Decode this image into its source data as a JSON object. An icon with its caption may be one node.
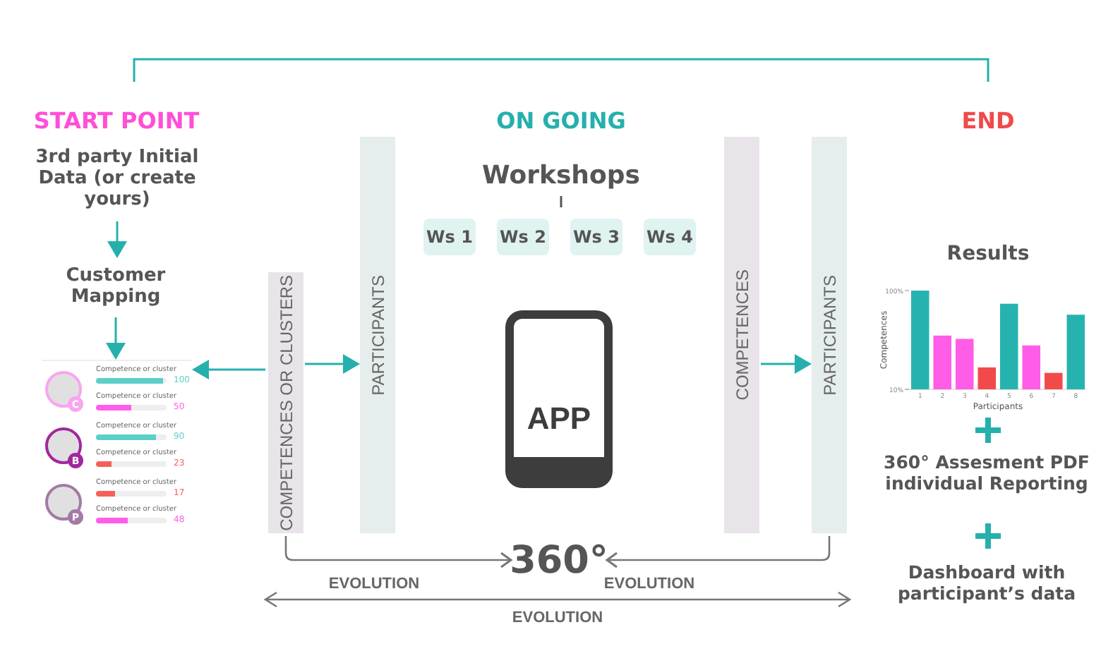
{
  "diagram": {
    "nodes": [
      {
        "text": [
          "3rd party Initial Data (or create yours)"
        ]
      },
      {
        "text": [
          "Customer Mapping"
        ]
      },
      {
        "text": [
          "C",
          "Competence or cluster",
          "100",
          "Competence or cluster",
          "50",
          "B",
          "Competence or cluster",
          "90",
          "Competence or cluster",
          "23",
          "P",
          "Competence or cluster",
          "17",
          "Competence or cluster",
          "48"
        ]
      },
      {
        "text": [
          "COMPETENCES OR CLUSTERS"
        ]
      },
      {
        "text": [
          "PARTICIPANTS"
        ]
      },
      {
        "text": [
          "Workshops"
        ]
      },
      {
        "text": [
          "Ws 1"
        ]
      },
      {
        "text": [
          "Ws 2"
        ]
      },
      {
        "text": [
          "Ws 3"
        ]
      },
      {
        "text": [
          "Ws 4"
        ]
      },
      {
        "text": [
          "APP"
        ]
      },
      {
        "text": [
          "COMPETENCES"
        ]
      },
      {
        "text": [
          "PARTICIPANTS"
        ]
      },
      {
        "text": [
          "360°"
        ]
      }
    ],
    "edges": [
      {
        "from": 0,
        "to": 1,
        "arrow": "to"
      },
      {
        "from": 1,
        "to": 2,
        "arrow": "to"
      },
      {
        "from": 3,
        "to": 2,
        "arrow": "to"
      },
      {
        "from": 3,
        "to": 4,
        "arrow": "to"
      },
      {
        "from": 5,
        "to": null,
        "arrow": "none",
        "color": "#555555"
      },
      {
        "from": 11,
        "to": 12,
        "arrow": "to"
      },
      {
        "from": 3,
        "to": 13,
        "arrow": "to",
        "label": "EVOLUTION",
        "color": "#777777"
      },
      {
        "from": 12,
        "to": 13,
        "arrow": "to",
        "label": "EVOLUTION",
        "color": "#777777"
      }
    ],
    "labels": [
      "START POINT",
      "ON GOING",
      "END",
      "Results",
      "360° Assesment PDF individual Reporting",
      "Dashboard with participant’s data",
      "EVOLUTION"
    ],
    "chart_data": {
      "type": "bar",
      "xlabel": "Participants",
      "ylabel": "Competences",
      "categories": [
        "1",
        "2",
        "3",
        "4",
        "5",
        "6",
        "7",
        "8"
      ],
      "stacked": true,
      "ylim": [
        10,
        100
      ],
      "yticks": [
        {
          "value": 10,
          "label": "10%"
        },
        {
          "value": 100,
          "label": "100%"
        }
      ],
      "series": [
        {
          "color": "#26b3b0",
          "values": [
            100,
            null,
            null,
            null,
            88,
            null,
            null,
            78
          ]
        },
        {
          "color": "#ff5ce8",
          "values": [
            null,
            59,
            56,
            null,
            null,
            50,
            null,
            null
          ]
        },
        {
          "color": "#f24a4a",
          "values": [
            null,
            null,
            null,
            30,
            null,
            null,
            25,
            null
          ]
        }
      ]
    }
  }
}
